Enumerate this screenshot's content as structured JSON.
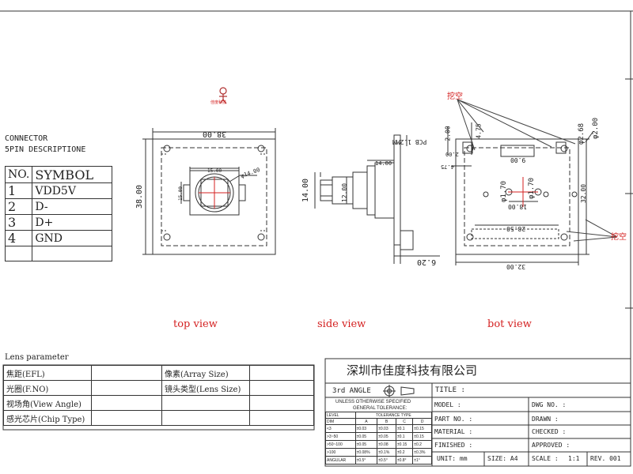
{
  "connector": {
    "title_line1": "CONNECTOR",
    "title_line2": "5PIN DESCRIPTIONE",
    "col_no": "NO.",
    "col_symbol": "SYMBOL",
    "pins": [
      {
        "no": "1",
        "symbol": "VDD5V"
      },
      {
        "no": "2",
        "symbol": "D-"
      },
      {
        "no": "3",
        "symbol": "D+"
      },
      {
        "no": "4",
        "symbol": "GND"
      }
    ]
  },
  "views": {
    "top": "top view",
    "side": "side view",
    "bot": "bot view"
  },
  "dims": {
    "top_width": "38.00",
    "top_height": "38.00",
    "lens_dia": "φ14.00",
    "lens_w": "15.00",
    "lens_h": "15.00",
    "pcb": "PCB 1.2MM",
    "side_14": "14.00",
    "side_height": "14.00",
    "side_12": "12.00",
    "side_620": "6.20",
    "bot_200a": "2.00",
    "bot_200b": "2.00",
    "bot_475a": "4.75",
    "bot_475b": "4.75",
    "bot_900": "9.00",
    "bot_268": "φ2.68",
    "bot_200c": "φ2.00",
    "bot_170a": "φ1.70",
    "bot_170b": "φ1.70",
    "bot_1800": "18.00",
    "bot_2850": "28.50",
    "bot_3200w": "32.00",
    "bot_3200h": "32.00"
  },
  "notes": {
    "cutout_top": "挖空",
    "cutout_right": "挖空",
    "logo_text": "佳度科技"
  },
  "lens_param": {
    "title": "Lens parameter",
    "rows": [
      {
        "l1": "焦距(EFL)",
        "v1": "",
        "l2": "像素(Array Size)",
        "v2": ""
      },
      {
        "l1": "光圈(F.NO)",
        "v1": "",
        "l2": "镜头类型(Lens Size)",
        "v2": ""
      },
      {
        "l1": "视场角(View Angle)",
        "v1": "",
        "l2": "",
        "v2": ""
      },
      {
        "l1": "感光芯片(Chip Type)",
        "v1": "",
        "l2": "",
        "v2": ""
      }
    ]
  },
  "title_block": {
    "company": "深圳市佳度科技有限公司",
    "angle": "3rd ANGLE",
    "title_label": "TITLE :",
    "model_label": "MODEL :",
    "dwg_label": "DWG NO. :",
    "part_label": "PART NO. :",
    "drawn_label": "DRAWN :",
    "material_label": "MATERIAL :",
    "checked_label": "CHECKED :",
    "finished_label": "FINISHED :",
    "approved_label": "APPROVED :",
    "unit_label": "UNIT: mm",
    "size_label": "SIZE: A4",
    "scale_label": "SCALE :",
    "scale_value": "1:1",
    "rev_label": "REV. 001",
    "tol_line1": "UNLESS OTHERWISE SPECIFIED",
    "tol_line2": "GENERAL TOLERANCE:",
    "tol_level": "LEVEL",
    "tol_type": "TOLERANCE TYPE",
    "tol_dim": "DIM",
    "tol_cols": [
      "A",
      "B",
      "C",
      "D"
    ],
    "tol_rows": [
      {
        "dim": "<3",
        "v": [
          "±0.03",
          "±0.03",
          "±0.1",
          "±0.15"
        ]
      },
      {
        "dim": ">3~50",
        "v": [
          "±0.05",
          "±0.05",
          "±0.1",
          "±0.15"
        ]
      },
      {
        "dim": ">50~100",
        "v": [
          "±0.05",
          "±0.08",
          "±0.15",
          "±0.2"
        ]
      },
      {
        "dim": ">100",
        "v": [
          "±0.08%",
          "±0.1%",
          "±0.2",
          "±0.3%"
        ]
      },
      {
        "dim": "ANGULAR",
        "v": [
          "±0.5°",
          "±0.5°",
          "±0.8°",
          "±1°"
        ]
      }
    ]
  }
}
